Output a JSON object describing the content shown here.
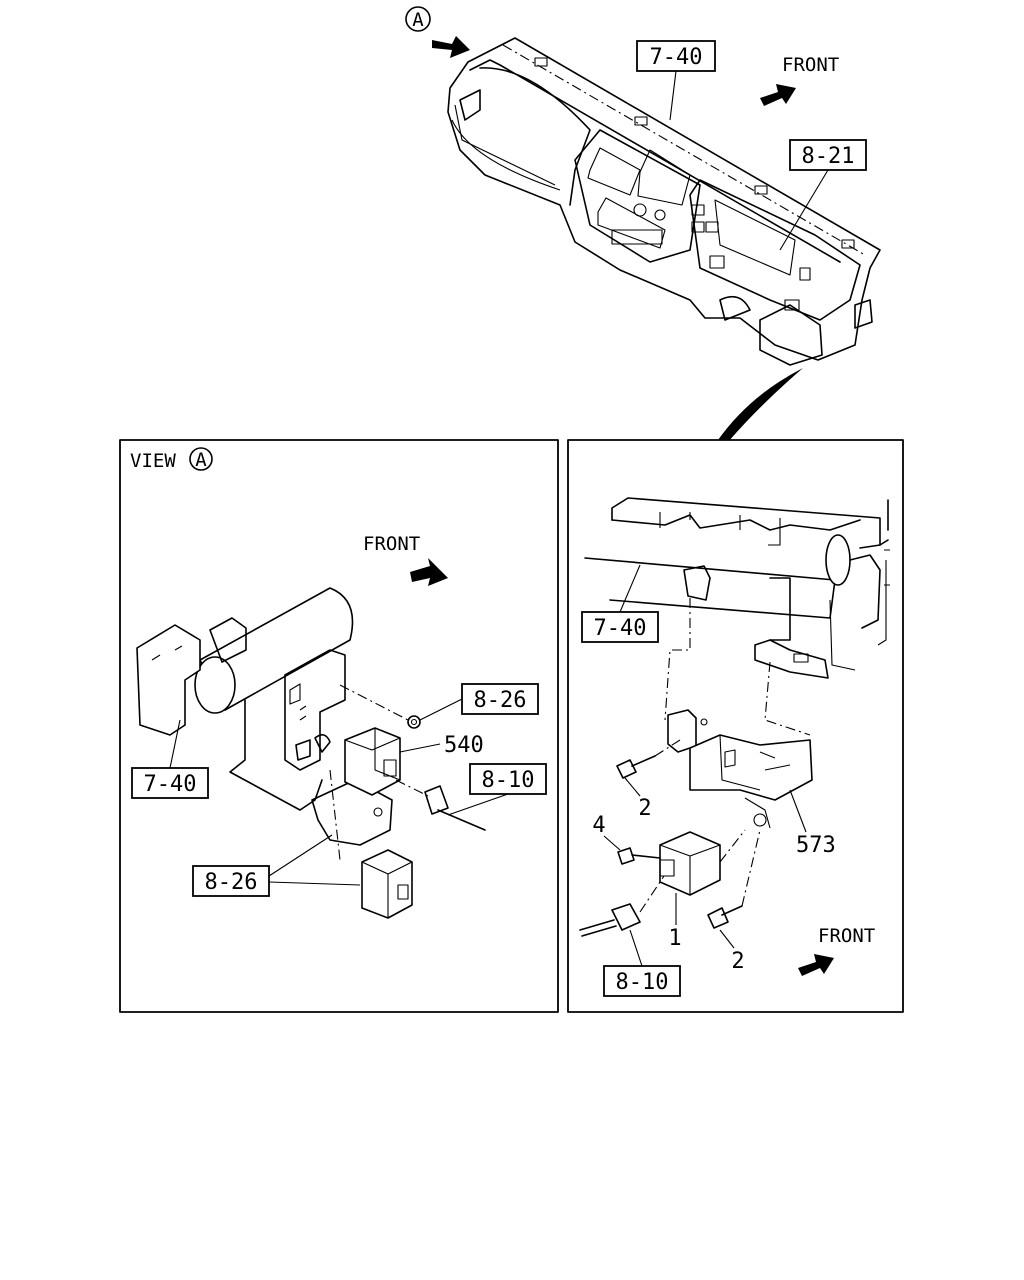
{
  "callouts": {
    "view_marker": "A",
    "view_label": "VIEW",
    "dash_ref": "7-40",
    "cluster_ref": "8-21",
    "front_top": "FRONT",
    "front_left": "FRONT",
    "front_right": "FRONT",
    "left_bracket_ref": "7-40",
    "left_relay_ref": "8-26",
    "left_relay2_ref": "8-26",
    "left_harness_ref": "8-10",
    "left_part_540": "540",
    "right_bracket_ref": "7-40",
    "right_harness_ref": "8-10",
    "right_part_573": "573",
    "right_part_1": "1",
    "right_part_2a": "2",
    "right_part_2b": "2",
    "right_part_4": "4"
  }
}
